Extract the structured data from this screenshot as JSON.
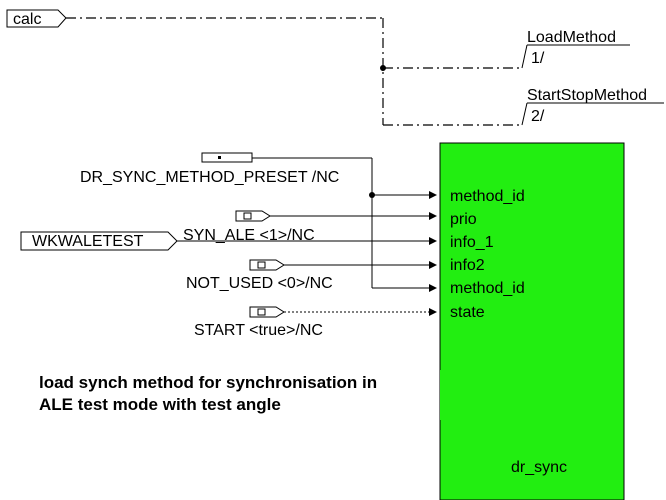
{
  "header_tag": "calc",
  "outputs": [
    {
      "name": "LoadMethod",
      "index": "1/"
    },
    {
      "name": "StartStopMethod",
      "index": "2/"
    }
  ],
  "signals": {
    "preset_label": "DR_SYNC_METHOD_PRESET /NC",
    "syn_ale_label": "SYN_ALE <1>/NC",
    "not_used_label": "NOT_USED <0>/NC",
    "start_label": "START <true>/NC",
    "wkwaletest_tag": "WKWALETEST"
  },
  "block": {
    "name": "dr_sync",
    "color": "#22ee11",
    "ports": [
      "method_id",
      "prio",
      "info_1",
      "info2",
      "method_id",
      "state"
    ]
  },
  "comment": {
    "line1": "load synch method for synchronisation in",
    "line2": "ALE test mode with test angle"
  }
}
